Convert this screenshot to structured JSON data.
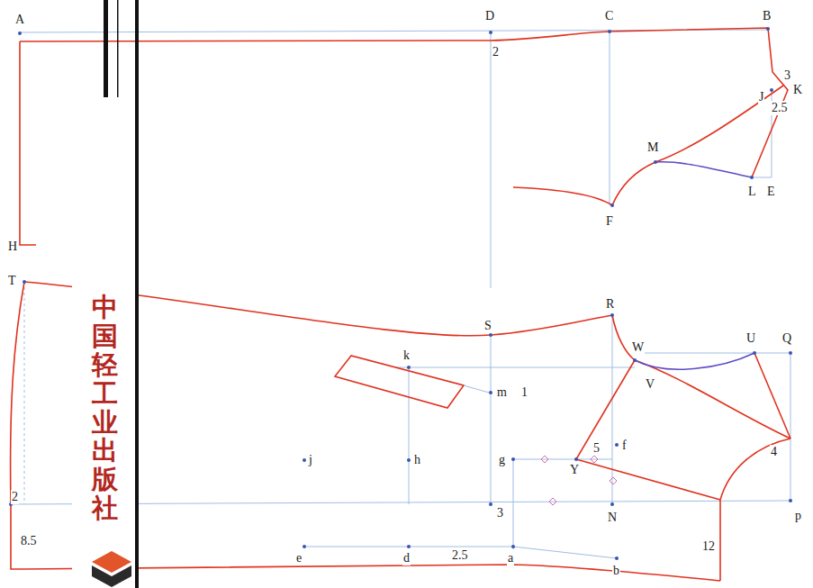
{
  "diagram": {
    "labels": [
      "A",
      "D",
      "C",
      "B",
      "2",
      "3",
      "K",
      "J",
      "2.5",
      "M",
      "L",
      "E",
      "F",
      "H",
      "T",
      "R",
      "S",
      "W",
      "U",
      "Q",
      "k",
      "V",
      "m",
      "1",
      "f",
      "5",
      "g",
      "Y",
      "4",
      "j",
      "h",
      "2",
      "3",
      "N",
      "p",
      "8.5",
      "e",
      "d",
      "2.5",
      "a",
      "b",
      "12",
      "中国轻工业出版社"
    ]
  }
}
